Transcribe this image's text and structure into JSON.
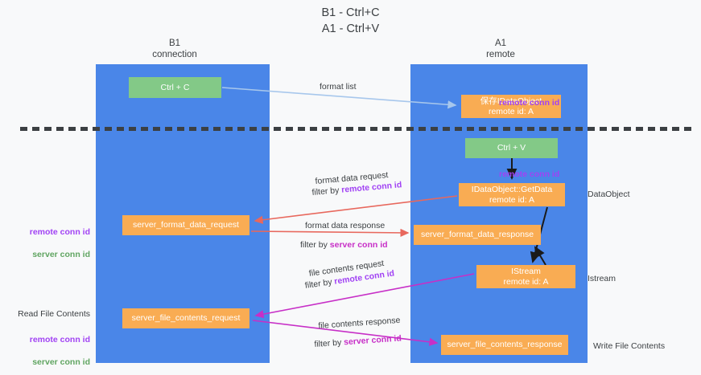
{
  "title": "B1 - Ctrl+C\nA1 - Ctrl+V",
  "columns": {
    "left": "B1\nconnection",
    "right": "A1\nremote"
  },
  "colors": {
    "panel": "#4a86e8",
    "green_box": "#83c987",
    "orange_box": "#f9ac53",
    "remote_conn_id": "#a142f4",
    "server_conn_id": "#60a561",
    "magenta": "#c72fc7",
    "arrow_blue": "#a7c7ec",
    "arrow_red": "#e8685d",
    "arrow_black": "#1a1a1a",
    "background": "#f8f9fa"
  },
  "boxes": {
    "ctrl_c": "Ctrl + C",
    "ctrl_v": "Ctrl + V",
    "idataobject_save": "保存IDataObject\nremote id: A",
    "getdata": "IDataObject::GetData\nremote id: A",
    "server_format_data_request": "server_format_data_request",
    "server_format_data_response": "server_format_data_response",
    "istream": "IStream\nremote id: A",
    "server_file_contents_request": "server_file_contents_request",
    "server_file_contents_response": "server_file_contents_response"
  },
  "flows": {
    "format_list": "format list",
    "format_data_request": "format data request",
    "format_data_request_filter_prefix": "filter by ",
    "format_data_request_filter_key": "remote conn id",
    "format_data_response": "format data response",
    "format_data_response_filter_prefix": "filter by ",
    "format_data_response_filter_key": "server conn id",
    "file_contents_request": "file contents request",
    "file_contents_request_filter_prefix": "filter by ",
    "file_contents_request_filter_key": "remote conn id",
    "file_contents_response": "file contents response",
    "file_contents_response_filter_prefix": "filter by ",
    "file_contents_response_filter_key": "server conn id"
  },
  "side_labels": {
    "remote_conn_id_top": "remote conn id",
    "remote_conn_id_mid": "remote conn id",
    "dataobject": "DataObject",
    "istream": "Istream",
    "write_file_contents": "Write File Contents",
    "read_file_contents": "Read File Contents",
    "left_remote_conn_id_1": "remote conn id",
    "left_server_conn_id_1": "server conn id",
    "left_remote_conn_id_2": "remote conn id",
    "left_server_conn_id_2": "server conn id"
  }
}
